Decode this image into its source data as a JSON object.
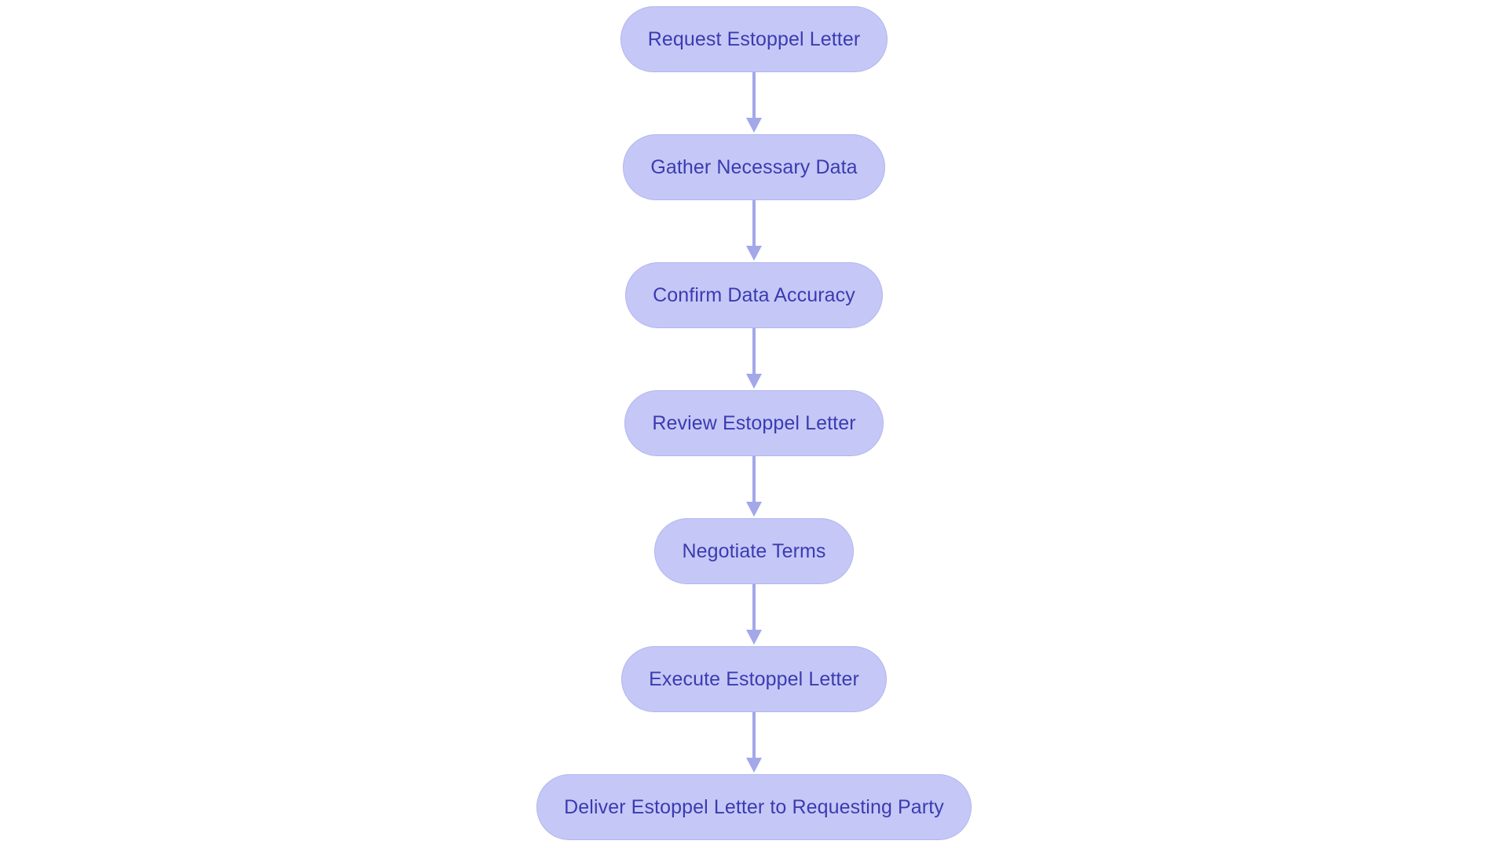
{
  "diagram": {
    "type": "flowchart",
    "orientation": "vertical",
    "background_color": "#ffffff",
    "node_fill_color": "#c5c8f7",
    "node_border_color": "#b2b5ef",
    "node_text_color": "#3b3bb0",
    "connector_color": "#a3a8ea",
    "node_shape": "stadium",
    "nodes": [
      {
        "id": "n1",
        "label": "Request Estoppel Letter"
      },
      {
        "id": "n2",
        "label": "Gather Necessary Data"
      },
      {
        "id": "n3",
        "label": "Confirm Data Accuracy"
      },
      {
        "id": "n4",
        "label": "Review Estoppel Letter"
      },
      {
        "id": "n5",
        "label": "Negotiate Terms"
      },
      {
        "id": "n6",
        "label": "Execute Estoppel Letter"
      },
      {
        "id": "n7",
        "label": "Deliver Estoppel Letter to Requesting Party"
      }
    ],
    "edges": [
      {
        "from": "n1",
        "to": "n2",
        "arrow": "down"
      },
      {
        "from": "n2",
        "to": "n3",
        "arrow": "down"
      },
      {
        "from": "n3",
        "to": "n4",
        "arrow": "down"
      },
      {
        "from": "n4",
        "to": "n5",
        "arrow": "down"
      },
      {
        "from": "n5",
        "to": "n6",
        "arrow": "down"
      },
      {
        "from": "n6",
        "to": "n7",
        "arrow": "down"
      }
    ]
  }
}
